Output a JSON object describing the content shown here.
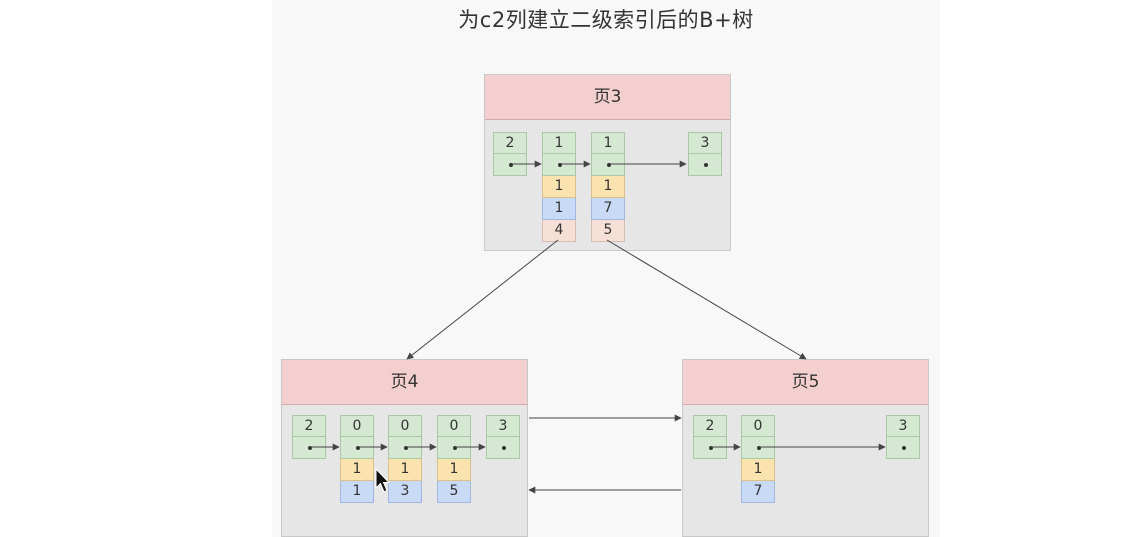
{
  "title": "为c2列建立二级索引后的B+树",
  "pages": [
    {
      "id": "p3",
      "label": "页3",
      "records": [
        {
          "c2": "2",
          "y": "",
          "b": "",
          "p": ""
        },
        {
          "c2": "1",
          "y": "1",
          "b": "1",
          "p": "4"
        },
        {
          "c2": "1",
          "y": "1",
          "b": "7",
          "p": "5"
        },
        {
          "c2": "3",
          "y": "",
          "b": "",
          "p": ""
        }
      ]
    },
    {
      "id": "p4",
      "label": "页4",
      "records": [
        {
          "c2": "2",
          "y": "",
          "b": ""
        },
        {
          "c2": "0",
          "y": "1",
          "b": "1"
        },
        {
          "c2": "0",
          "y": "1",
          "b": "3"
        },
        {
          "c2": "0",
          "y": "1",
          "b": "5"
        },
        {
          "c2": "3",
          "y": "",
          "b": ""
        }
      ]
    },
    {
      "id": "p5",
      "label": "页5",
      "records": [
        {
          "c2": "2",
          "y": "",
          "b": ""
        },
        {
          "c2": "0",
          "y": "1",
          "b": "7"
        },
        {
          "c2": "3",
          "y": "",
          "b": ""
        }
      ]
    }
  ],
  "colors": {
    "header": "#f3cfd0",
    "page_body": "#e6e6e6",
    "green": "#d4e8d2",
    "yellow": "#fbe3b0",
    "blue": "#c8daf6",
    "pink": "#f6e0d6",
    "line": "#444444"
  },
  "cursor_icon": "mouse-pointer-icon"
}
